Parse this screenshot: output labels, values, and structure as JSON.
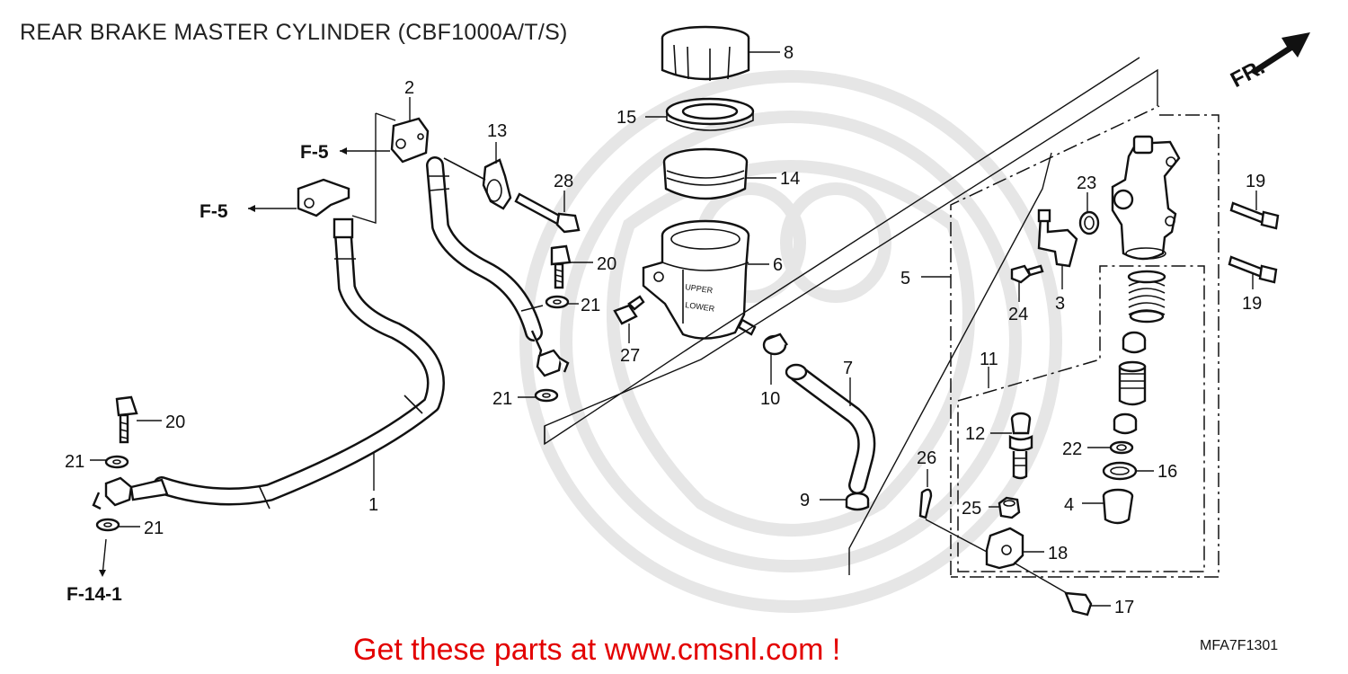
{
  "title": "REAR BRAKE MASTER CYLINDER (CBF1000A/T/S)",
  "footer": "Get these parts at www.cmsnl.com !",
  "diagram_code": "MFA7F1301",
  "direction_label": "FR.",
  "refs": {
    "f5_upper": "F-5",
    "f5_lower": "F-5",
    "f14": "F-14-1"
  },
  "callouts": {
    "c1": "1",
    "c2": "2",
    "c3": "3",
    "c4": "4",
    "c5": "5",
    "c6": "6",
    "c7": "7",
    "c8": "8",
    "c9": "9",
    "c10": "10",
    "c11": "11",
    "c12": "12",
    "c13": "13",
    "c14": "14",
    "c15": "15",
    "c16": "16",
    "c17": "17",
    "c18": "18",
    "c19a": "19",
    "c19b": "19",
    "c20a": "20",
    "c20b": "20",
    "c21a": "21",
    "c21b": "21",
    "c21c": "21",
    "c21d": "21",
    "c22": "22",
    "c23": "23",
    "c24": "24",
    "c25": "25",
    "c26": "26",
    "c27": "27",
    "c28": "28"
  },
  "reservoir_text": {
    "upper": "UPPER",
    "lower": "LOWER"
  }
}
